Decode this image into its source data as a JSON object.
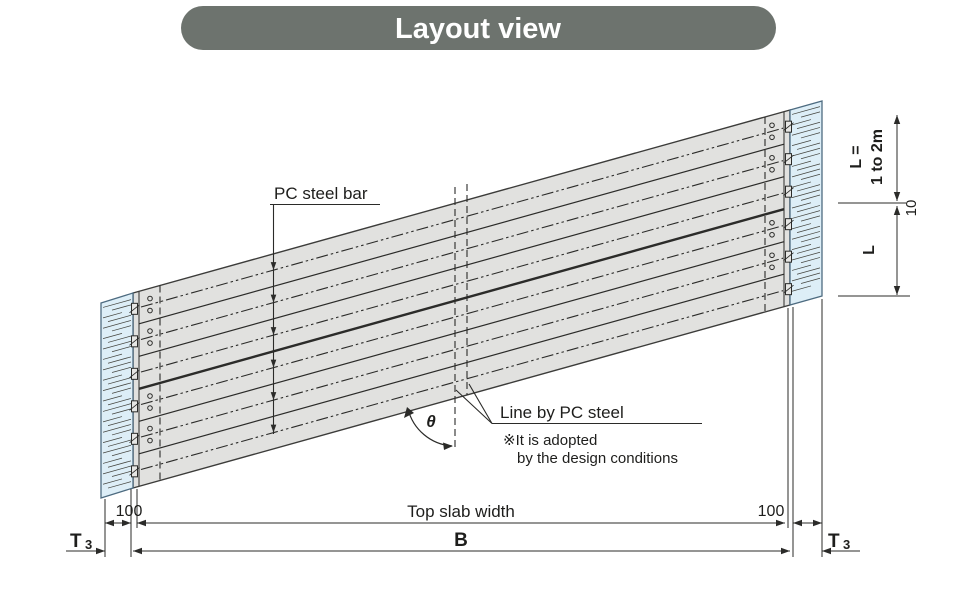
{
  "title": "Layout view",
  "colors": {
    "banner": "#6d736e",
    "slab_fill": "#e1e1df",
    "end_panel_fill": "#ddeef7",
    "line": "#2b2b29"
  },
  "labels": {
    "pc_steel_bar": "PC steel bar",
    "line_by_pc_steel": "Line by PC steel",
    "note_line1": "※It is adopted",
    "note_line2": "by the design conditions",
    "theta": "θ"
  },
  "dimensions": {
    "top_slab_width": "Top slab width",
    "b": "B",
    "t3_base": "T",
    "t3_sub": "3",
    "offset_left": "100",
    "offset_right": "100",
    "l_range_line1": "L =",
    "l_range_line2": "1 to 2m",
    "gap": "10",
    "l": "L"
  }
}
